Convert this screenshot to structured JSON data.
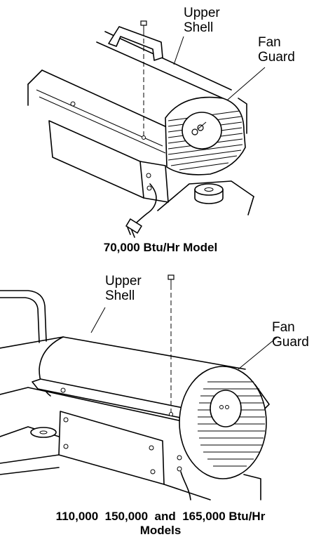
{
  "top_figure": {
    "label_upper_shell": "Upper\nShell",
    "label_fan_guard": "Fan\nGuard",
    "caption": "70,000 Btu/Hr Model"
  },
  "bottom_figure": {
    "label_upper_shell": "Upper\nShell",
    "label_fan_guard": "Fan\nGuard",
    "caption": "110,000  150,000  and  165,000 Btu/Hr\nModels"
  }
}
